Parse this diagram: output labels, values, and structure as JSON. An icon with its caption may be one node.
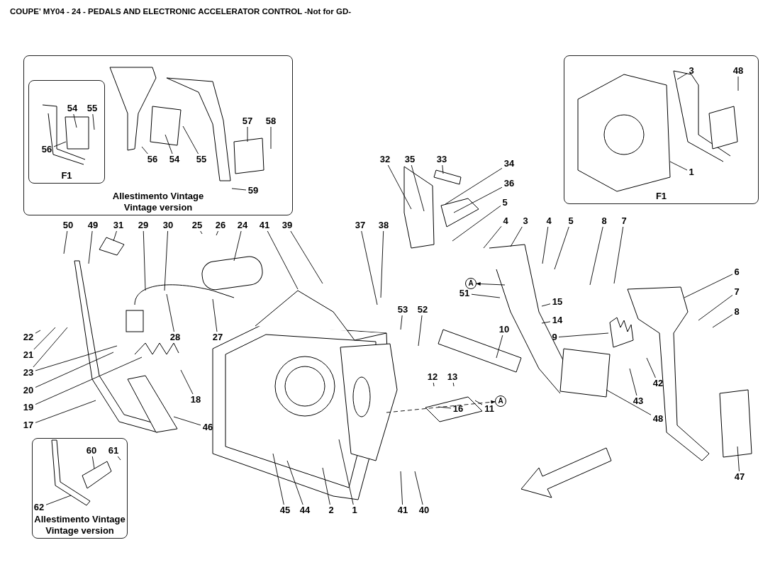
{
  "diagram": {
    "title": "COUPE' MY04 - 24 - PEDALS AND ELECTRONIC ACCELERATOR CONTROL -Not for GD-",
    "nodes": [
      {
        "text": [
          "Allestimento Vintage",
          "Vintage version"
        ]
      },
      {
        "text": [
          "F1"
        ],
        "in": 0
      },
      {
        "text": [
          "54"
        ],
        "in": 1
      },
      {
        "text": [
          "55"
        ],
        "in": 1
      },
      {
        "text": [
          "56"
        ],
        "in": 1
      },
      {
        "text": [
          "56"
        ],
        "in": 0
      },
      {
        "text": [
          "54"
        ],
        "in": 0
      },
      {
        "text": [
          "55"
        ],
        "in": 0
      },
      {
        "text": [
          "57"
        ],
        "in": 0
      },
      {
        "text": [
          "58"
        ],
        "in": 0
      },
      {
        "text": [
          "59"
        ],
        "in": 0
      },
      {
        "text": [
          "F1"
        ]
      },
      {
        "text": [
          "3"
        ],
        "in": 11
      },
      {
        "text": [
          "48"
        ],
        "in": 11
      },
      {
        "text": [
          "1"
        ],
        "in": 11
      },
      {
        "text": [
          "32"
        ]
      },
      {
        "text": [
          "35"
        ]
      },
      {
        "text": [
          "33"
        ]
      },
      {
        "text": [
          "34"
        ]
      },
      {
        "text": [
          "36"
        ]
      },
      {
        "text": [
          "50"
        ]
      },
      {
        "text": [
          "49"
        ]
      },
      {
        "text": [
          "31"
        ]
      },
      {
        "text": [
          "29"
        ]
      },
      {
        "text": [
          "30"
        ]
      },
      {
        "text": [
          "25"
        ]
      },
      {
        "text": [
          "26"
        ]
      },
      {
        "text": [
          "24"
        ]
      },
      {
        "text": [
          "41"
        ]
      },
      {
        "text": [
          "39"
        ]
      },
      {
        "text": [
          "37"
        ]
      },
      {
        "text": [
          "38"
        ]
      },
      {
        "text": [
          "5"
        ]
      },
      {
        "text": [
          "4"
        ]
      },
      {
        "text": [
          "3"
        ]
      },
      {
        "text": [
          "4"
        ]
      },
      {
        "text": [
          "5"
        ]
      },
      {
        "text": [
          "8"
        ]
      },
      {
        "text": [
          "7"
        ]
      },
      {
        "text": [
          "6"
        ]
      },
      {
        "text": [
          "7"
        ]
      },
      {
        "text": [
          "8"
        ]
      },
      {
        "text": [
          "A"
        ]
      },
      {
        "text": [
          "51"
        ]
      },
      {
        "text": [
          "15"
        ]
      },
      {
        "text": [
          "14"
        ]
      },
      {
        "text": [
          "53"
        ]
      },
      {
        "text": [
          "52"
        ]
      },
      {
        "text": [
          "9"
        ]
      },
      {
        "text": [
          "10"
        ]
      },
      {
        "text": [
          "22"
        ]
      },
      {
        "text": [
          "21"
        ]
      },
      {
        "text": [
          "28"
        ]
      },
      {
        "text": [
          "27"
        ]
      },
      {
        "text": [
          "23"
        ]
      },
      {
        "text": [
          "20"
        ]
      },
      {
        "text": [
          "12"
        ]
      },
      {
        "text": [
          "13"
        ]
      },
      {
        "text": [
          "42"
        ]
      },
      {
        "text": [
          "19"
        ]
      },
      {
        "text": [
          "18"
        ]
      },
      {
        "text": [
          "43"
        ]
      },
      {
        "text": [
          "16"
        ]
      },
      {
        "text": [
          "11"
        ]
      },
      {
        "text": [
          "A"
        ]
      },
      {
        "text": [
          "17"
        ]
      },
      {
        "text": [
          "46"
        ]
      },
      {
        "text": [
          "48"
        ]
      },
      {
        "text": [
          "47"
        ]
      },
      {
        "text": [
          "Allestimento Vintage",
          "Vintage version"
        ]
      },
      {
        "text": [
          "60"
        ],
        "in": 69
      },
      {
        "text": [
          "61"
        ],
        "in": 69
      },
      {
        "text": [
          "62"
        ],
        "in": 69
      },
      {
        "text": [
          "45"
        ]
      },
      {
        "text": [
          "44"
        ]
      },
      {
        "text": [
          "2"
        ]
      },
      {
        "text": [
          "1"
        ]
      },
      {
        "text": [
          "41"
        ]
      },
      {
        "text": [
          "40"
        ]
      },
      {
        "text": [],
        "shape": "picture",
        "in": 69
      },
      {
        "text": [],
        "shape": "picture",
        "in": 69
      }
    ],
    "edges": [
      {
        "from": 2,
        "to": null,
        "arrow": "none"
      },
      {
        "from": 3,
        "to": null,
        "arrow": "none"
      },
      {
        "from": 4,
        "to": null,
        "arrow": "none"
      },
      {
        "from": 5,
        "to": null,
        "arrow": "none"
      },
      {
        "from": 6,
        "to": null,
        "arrow": "none"
      },
      {
        "from": 7,
        "to": null,
        "arrow": "none"
      },
      {
        "from": 8,
        "to": null,
        "arrow": "none"
      },
      {
        "from": 9,
        "to": null,
        "arrow": "none"
      },
      {
        "from": 10,
        "to": null,
        "arrow": "none"
      },
      {
        "from": 12,
        "to": null,
        "arrow": "none"
      },
      {
        "from": 13,
        "to": null,
        "arrow": "none"
      },
      {
        "from": 14,
        "to": null,
        "arrow": "none"
      },
      {
        "from": 15,
        "to": null,
        "arrow": "none"
      },
      {
        "from": 16,
        "to": null,
        "arrow": "none"
      },
      {
        "from": 17,
        "to": null,
        "arrow": "none"
      },
      {
        "from": 18,
        "to": null,
        "arrow": "none"
      },
      {
        "from": 19,
        "to": null,
        "arrow": "none"
      },
      {
        "from": 20,
        "to": null,
        "arrow": "none"
      },
      {
        "from": 21,
        "to": null,
        "arrow": "none"
      },
      {
        "from": 22,
        "to": null,
        "arrow": "none"
      },
      {
        "from": 23,
        "to": null,
        "arrow": "none"
      },
      {
        "from": 24,
        "to": null,
        "arrow": "none"
      },
      {
        "from": 25,
        "to": null,
        "arrow": "none"
      },
      {
        "from": 26,
        "to": null,
        "arrow": "none"
      },
      {
        "from": 27,
        "to": null,
        "arrow": "none"
      },
      {
        "from": 28,
        "to": null,
        "arrow": "none"
      },
      {
        "from": 29,
        "to": null,
        "arrow": "none"
      },
      {
        "from": 30,
        "to": null,
        "arrow": "none"
      },
      {
        "from": 31,
        "to": null,
        "arrow": "none"
      },
      {
        "from": 32,
        "to": null,
        "arrow": "none"
      },
      {
        "from": 33,
        "to": null,
        "arrow": "none"
      },
      {
        "from": 34,
        "to": null,
        "arrow": "none"
      },
      {
        "from": 35,
        "to": null,
        "arrow": "none"
      },
      {
        "from": 36,
        "to": null,
        "arrow": "none"
      },
      {
        "from": 37,
        "to": null,
        "arrow": "none"
      },
      {
        "from": 38,
        "to": null,
        "arrow": "none"
      },
      {
        "from": 39,
        "to": null,
        "arrow": "none"
      },
      {
        "from": 40,
        "to": null,
        "arrow": "none"
      },
      {
        "from": 41,
        "to": null,
        "arrow": "none"
      },
      {
        "from": null,
        "to": 42,
        "arrow": "to"
      },
      {
        "from": 43,
        "to": null,
        "arrow": "none"
      },
      {
        "from": 44,
        "to": null,
        "arrow": "none"
      },
      {
        "from": 45,
        "to": null,
        "arrow": "none"
      },
      {
        "from": 46,
        "to": null,
        "arrow": "none"
      },
      {
        "from": 47,
        "to": null,
        "arrow": "none"
      },
      {
        "from": 48,
        "to": null,
        "arrow": "none"
      },
      {
        "from": 49,
        "to": null,
        "arrow": "none"
      },
      {
        "from": 50,
        "to": null,
        "arrow": "none"
      },
      {
        "from": 51,
        "to": null,
        "arrow": "none"
      },
      {
        "from": 52,
        "to": null,
        "arrow": "none"
      },
      {
        "from": 53,
        "to": null,
        "arrow": "none"
      },
      {
        "from": 54,
        "to": null,
        "arrow": "none"
      },
      {
        "from": 54,
        "to": null,
        "arrow": "none"
      },
      {
        "from": 55,
        "to": null,
        "arrow": "none"
      },
      {
        "from": 56,
        "to": null,
        "arrow": "none"
      },
      {
        "from": 57,
        "to": null,
        "arrow": "none"
      },
      {
        "from": 58,
        "to": null,
        "arrow": "none"
      },
      {
        "from": 59,
        "to": null,
        "arrow": "none"
      },
      {
        "from": 60,
        "to": null,
        "arrow": "none"
      },
      {
        "from": 61,
        "to": null,
        "arrow": "none"
      },
      {
        "from": 62,
        "to": null,
        "arrow": "none"
      },
      {
        "from": 63,
        "to": null,
        "arrow": "none"
      },
      {
        "from": null,
        "to": 64,
        "arrow": "to",
        "style": "dashed"
      },
      {
        "from": 65,
        "to": null,
        "arrow": "none"
      },
      {
        "from": 66,
        "to": null,
        "arrow": "none"
      },
      {
        "from": 67,
        "to": null,
        "arrow": "none"
      },
      {
        "from": 68,
        "to": null,
        "arrow": "none"
      },
      {
        "from": 70,
        "to": 79,
        "arrow": "none"
      },
      {
        "from": 71,
        "to": null,
        "arrow": "none"
      },
      {
        "from": 72,
        "to": 80,
        "arrow": "none"
      },
      {
        "from": 73,
        "to": null,
        "arrow": "none"
      },
      {
        "from": 74,
        "to": null,
        "arrow": "none"
      },
      {
        "from": 75,
        "to": null,
        "arrow": "none"
      },
      {
        "from": 76,
        "to": null,
        "arrow": "none"
      },
      {
        "from": 77,
        "to": null,
        "arrow": "none"
      },
      {
        "from": 78,
        "to": null,
        "arrow": "none"
      }
    ]
  }
}
